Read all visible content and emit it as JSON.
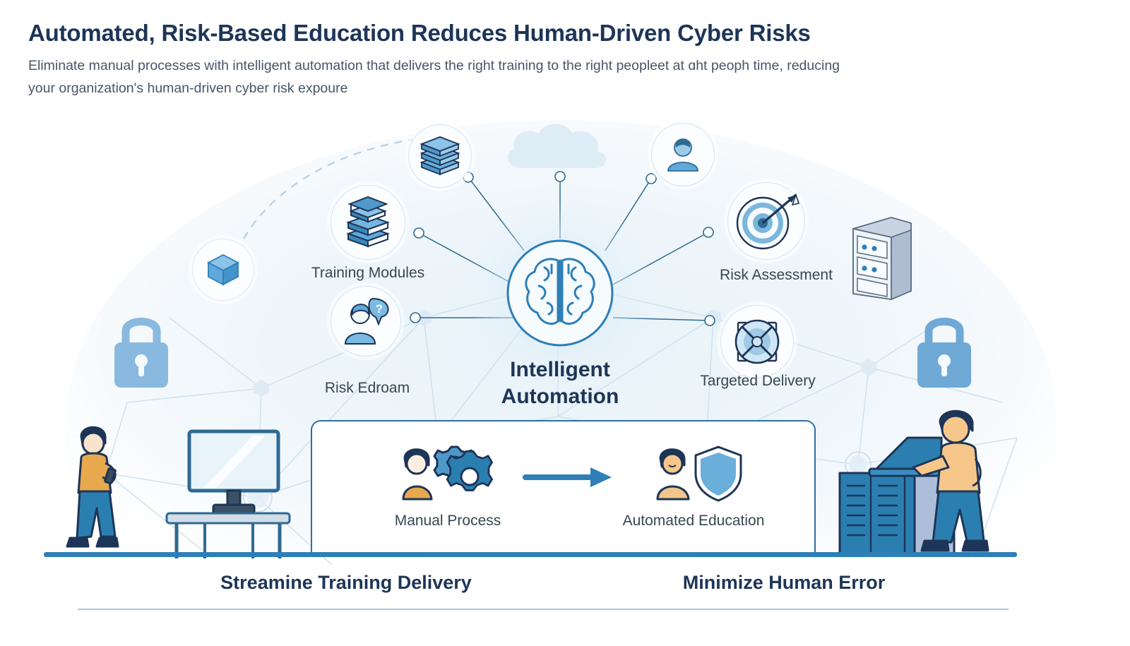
{
  "header": {
    "title": "Automated, Risk-Based Education Reduces Human-Driven Cyber Risks",
    "subtitle": "Eliminate manual processes with intelligent automation that delivers the right training to the right peopleet at ɑht peoph time, reducing your organization's human-driven cyber risk expoure"
  },
  "diagram": {
    "center": {
      "label_line1": "Intelligent",
      "label_line2": "Automation",
      "icon": "brain-icon"
    },
    "nodes": [
      {
        "id": "books",
        "label": "",
        "icon": "stacked-books-icon"
      },
      {
        "id": "training-modules",
        "label": "Training Modules",
        "icon": "graduation-cap-books-icon"
      },
      {
        "id": "user",
        "label": "",
        "icon": "user-avatar-icon"
      },
      {
        "id": "risk-assessment",
        "label": "Risk Assessment",
        "icon": "target-arrow-icon"
      },
      {
        "id": "risk-education",
        "label": "Risk Edroam",
        "icon": "person-question-icon"
      },
      {
        "id": "targeted-delivery",
        "label": "Targeted Delivery",
        "icon": "vault-wheel-icon"
      }
    ],
    "decor": [
      {
        "id": "cube",
        "icon": "cube-icon"
      },
      {
        "id": "cloud",
        "icon": "cloud-icon"
      },
      {
        "id": "lock-left",
        "icon": "padlock-icon"
      },
      {
        "id": "lock-right",
        "icon": "padlock-icon"
      },
      {
        "id": "server-rack",
        "icon": "server-rack-icon"
      },
      {
        "id": "monitor-desk",
        "icon": "desktop-monitor-icon"
      },
      {
        "id": "person-phone",
        "icon": "person-with-phone-icon"
      },
      {
        "id": "person-laptop",
        "icon": "person-with-laptop-icon"
      }
    ]
  },
  "panel": {
    "left": {
      "label": "Manual Process",
      "icon": "person-gears-icon"
    },
    "arrow": {
      "icon": "arrow-right-icon"
    },
    "right": {
      "label": "Automated Education",
      "icon": "person-shield-icon"
    }
  },
  "footer": {
    "items": [
      {
        "label": "Streamine Training Delivery"
      },
      {
        "label": "Minimize Human Error"
      }
    ]
  },
  "colors": {
    "title_navy": "#1d3557",
    "accent_blue": "#2e7fb8",
    "panel_border": "#2e6da4",
    "body_gray": "#4a5568",
    "label_gray": "#37474f",
    "bg_tint": "#e8f2f8"
  }
}
